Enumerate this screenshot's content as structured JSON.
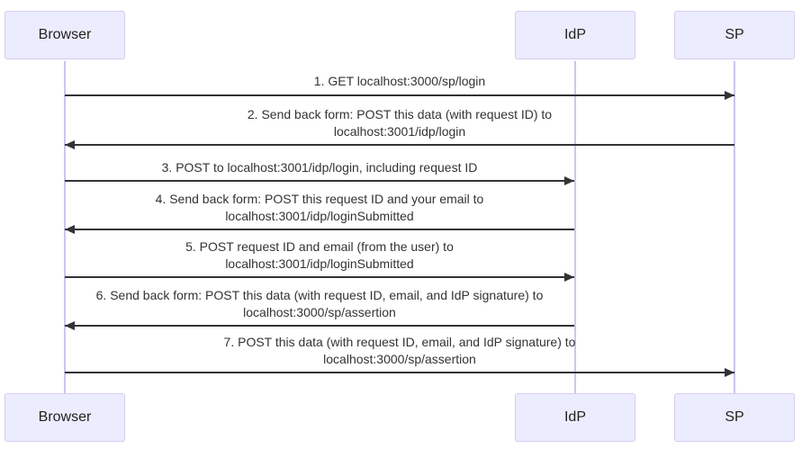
{
  "colors": {
    "actor_fill": "#ECECFF",
    "actor_border": "#d4ccf0",
    "lifeline": "#cfc5ec",
    "arrow": "#333333",
    "message_text": "#333333",
    "actor_text": "#222222",
    "background": "#ffffff"
  },
  "diagram_type": "sequence",
  "actors": [
    {
      "id": "browser",
      "label": "Browser"
    },
    {
      "id": "idp",
      "label": "IdP"
    },
    {
      "id": "sp",
      "label": "SP"
    }
  ],
  "messages": [
    {
      "num": "1",
      "from": "browser",
      "to": "sp",
      "direction": "right",
      "label": "1. GET localhost:3000/sp/login"
    },
    {
      "num": "2",
      "from": "sp",
      "to": "browser",
      "direction": "left",
      "label": "2. Send back form: POST this data (with request ID) to localhost:3001/idp/login"
    },
    {
      "num": "3",
      "from": "browser",
      "to": "idp",
      "direction": "right",
      "label": "3. POST to localhost:3001/idp/login, including request ID"
    },
    {
      "num": "4",
      "from": "idp",
      "to": "browser",
      "direction": "left",
      "label": "4. Send back form: POST this request ID and your email to localhost:3001/idp/loginSubmitted"
    },
    {
      "num": "5",
      "from": "browser",
      "to": "idp",
      "direction": "right",
      "label": "5. POST request ID and email (from the user) to localhost:3001/idp/loginSubmitted"
    },
    {
      "num": "6",
      "from": "idp",
      "to": "browser",
      "direction": "left",
      "label": "6. Send back form: POST this data (with request ID, email, and IdP signature) to localhost:3000/sp/assertion"
    },
    {
      "num": "7",
      "from": "browser",
      "to": "sp",
      "direction": "right",
      "label": "7. POST this data (with request ID, email, and IdP signature) to localhost:3000/sp/assertion"
    }
  ]
}
